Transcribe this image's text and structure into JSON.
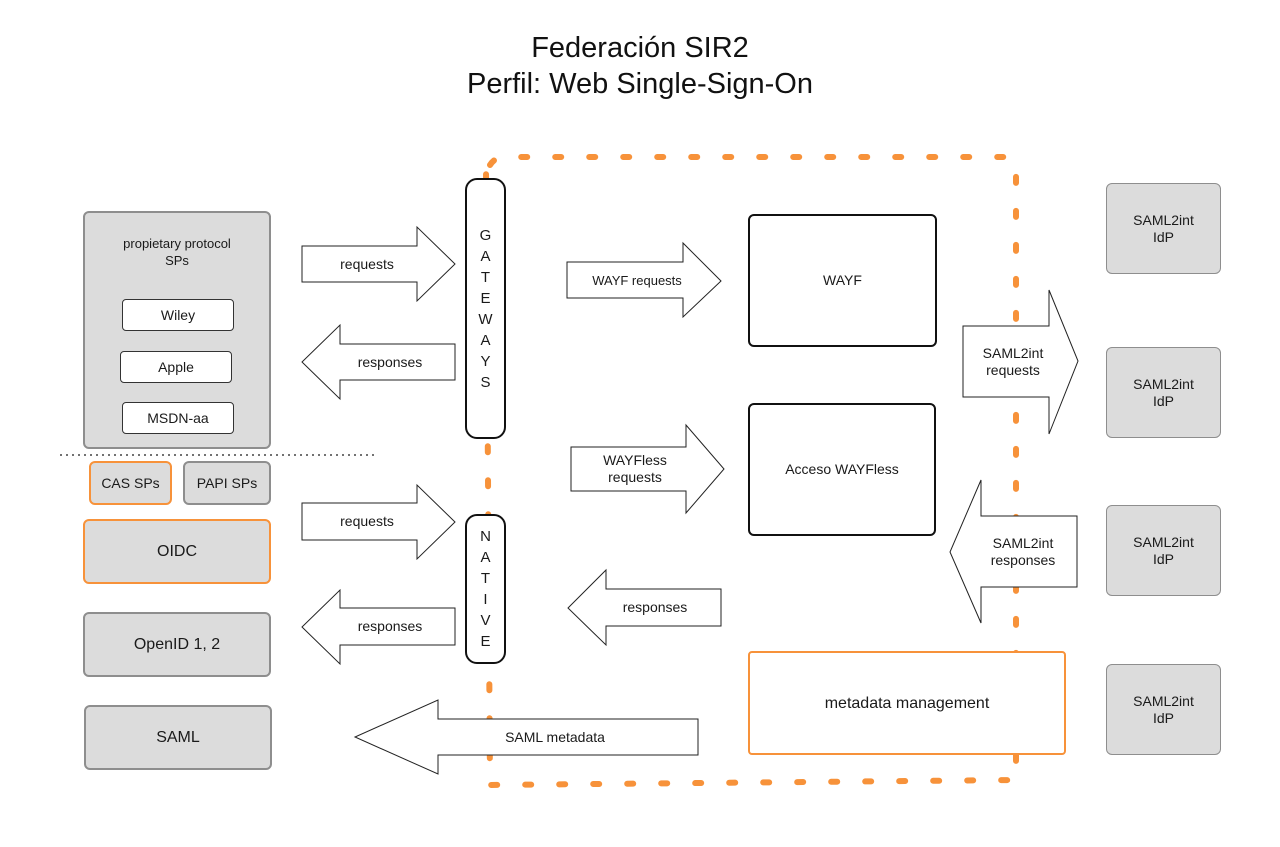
{
  "title": {
    "line1": "Federación SIR2",
    "line2": "Perfil: Web Single-Sign-On"
  },
  "colors": {
    "federation_boundary": "#f7923a",
    "sp_box_fill": "#dcdcdc",
    "sp_box_border": "#8e8e8e"
  },
  "left_sps": {
    "proprietary": {
      "label": "propietary protocol SPs",
      "items": [
        "Wiley",
        "Apple",
        "MSDN-aa"
      ]
    },
    "cas": "CAS SPs",
    "papi": "PAPI SPs",
    "oidc": "OIDC",
    "openid": "OpenID 1, 2",
    "saml": "SAML"
  },
  "gateways": {
    "letters": [
      "G",
      "A",
      "T",
      "E",
      "W",
      "A",
      "Y",
      "S"
    ]
  },
  "native": {
    "letters": [
      "N",
      "A",
      "T",
      "I",
      "V",
      "E"
    ]
  },
  "arrows": {
    "gw_requests": "requests",
    "gw_responses": "responses",
    "native_requests": "requests",
    "native_responses": "responses",
    "wayf_requests": "WAYF requests",
    "wayfless_requests": "WAYFless requests",
    "center_responses": "responses",
    "saml2int_requests": "SAML2int requests",
    "saml2int_responses": "SAML2int responses",
    "saml_metadata": "SAML metadata"
  },
  "services": {
    "wayf": "WAYF",
    "wayfless": "Acceso WAYFless",
    "metadata": "metadata management"
  },
  "idps": [
    "SAML2int IdP",
    "SAML2int IdP",
    "SAML2int IdP",
    "SAML2int IdP"
  ]
}
